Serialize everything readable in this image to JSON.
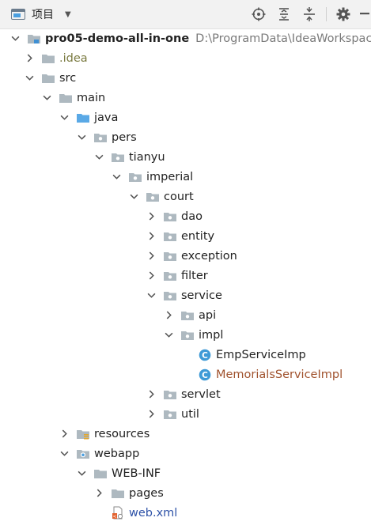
{
  "toolbar": {
    "title": "项目",
    "icons": [
      "project-view-icon",
      "chevron-down-icon",
      "locate-icon",
      "expand-all-icon",
      "collapse-all-icon",
      "gear-icon",
      "hide-icon"
    ]
  },
  "tree": {
    "root": {
      "label": "pro05-demo-all-in-one",
      "path": "D:\\ProgramData\\IdeaWorkspace"
    },
    "idea": ".idea",
    "src": "src",
    "main": "main",
    "java": "java",
    "pers": "pers",
    "tianyu": "tianyu",
    "imperial": "imperial",
    "court": "court",
    "dao": "dao",
    "entity": "entity",
    "exception": "exception",
    "filter": "filter",
    "service": "service",
    "api": "api",
    "impl": "impl",
    "emp_service": "EmpServiceImp",
    "memorials_service": "MemorialsServiceImpl",
    "servlet": "servlet",
    "util": "util",
    "resources": "resources",
    "webapp": "webapp",
    "webinf": "WEB-INF",
    "pages": "pages",
    "webxml": "web.xml"
  },
  "colors": {
    "folder": "#aeb9c0",
    "source_folder": "#5aa9e6",
    "class_icon": "#3f9ad6",
    "modified_text": "#a0522d",
    "idea_text": "#7a7a40",
    "xml_text": "#2f53a8"
  }
}
